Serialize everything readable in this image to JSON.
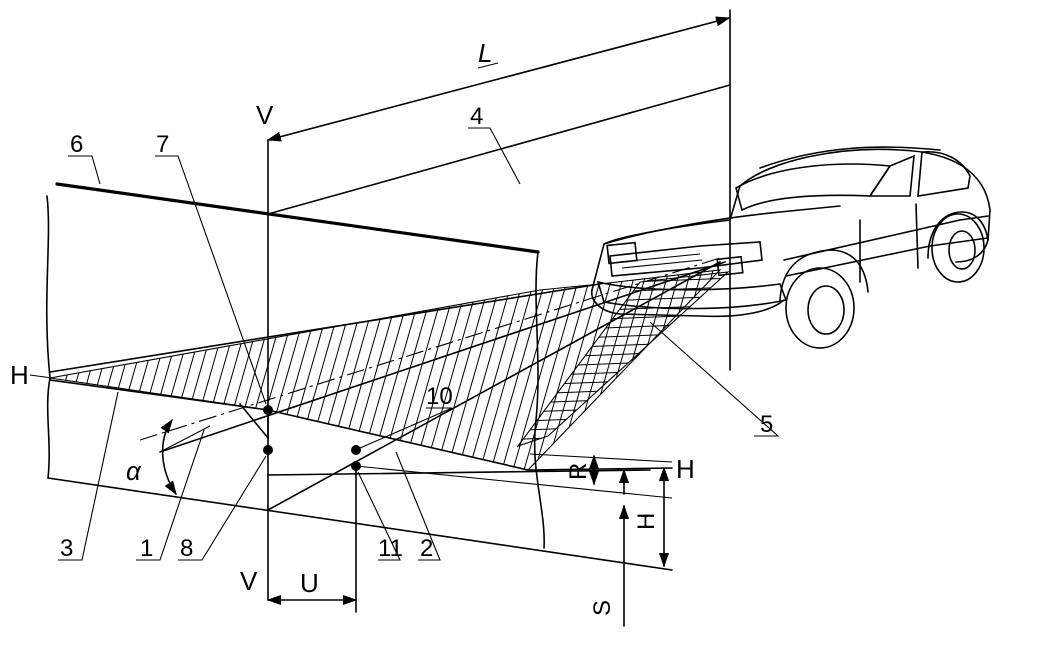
{
  "labels": {
    "L": "L",
    "V_top": "V",
    "V_bottom": "V",
    "H_left": "H",
    "H_right": "H",
    "H_height": "H",
    "R": "R",
    "S": "S",
    "U": "U",
    "alpha": "α",
    "n1": "1",
    "n2": "2",
    "n3": "3",
    "n4": "4",
    "n5": "5",
    "n6": "6",
    "n7": "7",
    "n8": "8",
    "n10": "10",
    "n11": "11"
  }
}
